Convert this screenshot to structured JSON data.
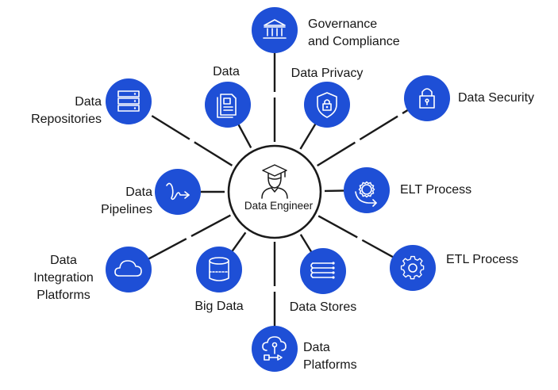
{
  "hub": {
    "label": "Data Engineer"
  },
  "colors": {
    "node": "#1e4fd6",
    "line": "#1a1a1a",
    "text": "#161616",
    "background": "#ffffff"
  },
  "nodes": [
    {
      "id": "governance",
      "icon": "bank-icon",
      "label": [
        "Governance",
        "and Compliance"
      ]
    },
    {
      "id": "data",
      "icon": "document-icon",
      "label": [
        "Data"
      ]
    },
    {
      "id": "privacy",
      "icon": "shield-lock-icon",
      "label": [
        "Data Privacy"
      ]
    },
    {
      "id": "security",
      "icon": "padlock-icon",
      "label": [
        "Data Security"
      ]
    },
    {
      "id": "repositories",
      "icon": "server-icon",
      "label": [
        "Data",
        "Repositories"
      ]
    },
    {
      "id": "pipelines",
      "icon": "pipeline-arrow-icon",
      "label": [
        "Data",
        "Pipelines"
      ]
    },
    {
      "id": "elt",
      "icon": "gear-cycle-icon",
      "label": [
        "ELT Process"
      ]
    },
    {
      "id": "integration",
      "icon": "cloud-icon",
      "label": [
        "Data",
        "Integration",
        "Platforms"
      ]
    },
    {
      "id": "bigdata",
      "icon": "cylinder-icon",
      "label": [
        "Big Data"
      ]
    },
    {
      "id": "stores",
      "icon": "layers-stack-icon",
      "label": [
        "Data Stores"
      ]
    },
    {
      "id": "etl",
      "icon": "gear-icon",
      "label": [
        "ETL Process"
      ]
    },
    {
      "id": "platforms",
      "icon": "cloud-flow-icon",
      "label": [
        "Data",
        "Platforms"
      ]
    }
  ]
}
